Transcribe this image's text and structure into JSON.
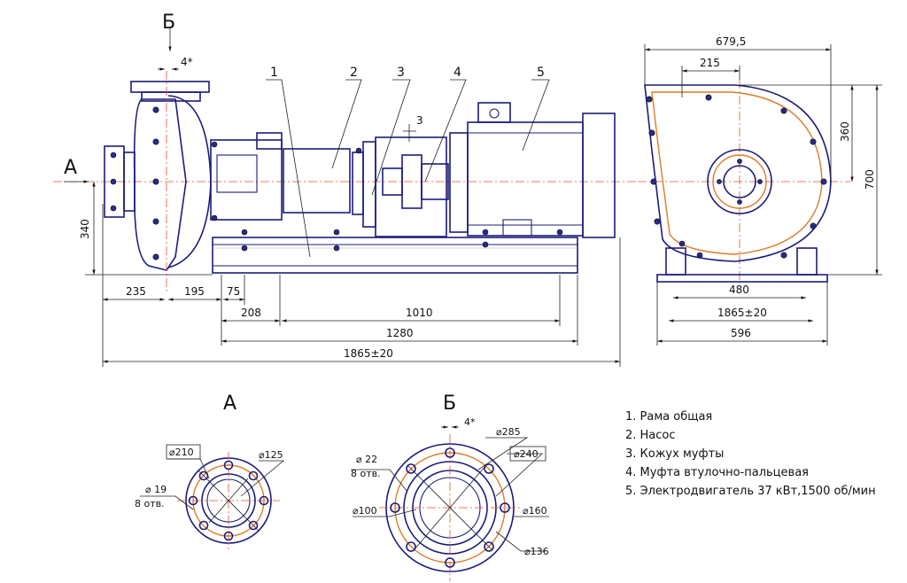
{
  "view_labels": {
    "b_top": "Б",
    "a_side": "А",
    "a_view": "А",
    "b_view": "Б"
  },
  "callouts": [
    "1",
    "2",
    "3",
    "4",
    "5"
  ],
  "dims": {
    "d4_top": "4*",
    "d3": "3",
    "d340": "340",
    "d235": "235",
    "d195": "195",
    "d75": "75",
    "d208": "208",
    "d1010": "1010",
    "d1280": "1280",
    "d1865_main": "1865±20",
    "d679": "679,5",
    "d215": "215",
    "d360": "360",
    "d700": "700",
    "d480": "480",
    "d1865_side": "1865±20",
    "d596": "596",
    "a_d210": "⌀210",
    "a_d125": "⌀125",
    "a_d19": "⌀ 19",
    "a_8otv": "8 отв.",
    "b_d4": "4*",
    "b_d285": "⌀285",
    "b_d240": "⌀240",
    "b_d22": "⌀ 22",
    "b_8otv": "8 отв.",
    "b_d100": "⌀100",
    "b_d160": "⌀160",
    "b_d136": "⌀136"
  },
  "legend": [
    "1. Рама общая",
    "2. Насос",
    "3. Кожух муфты",
    "4. Муфта втулочно-пальцевая",
    "5. Электродвигатель 37 кВт,1500 об/мин"
  ],
  "colors": {
    "line": "#1c1c7a",
    "axis": "#e0522a",
    "accent": "#e07a2a"
  }
}
